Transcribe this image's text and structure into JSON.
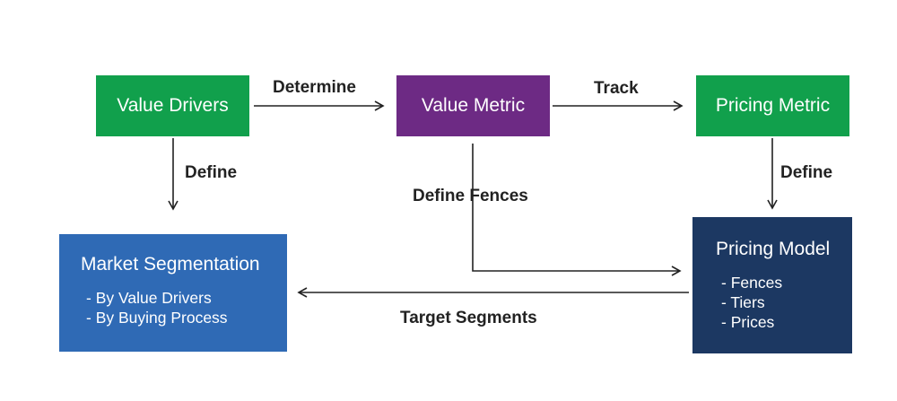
{
  "nodes": {
    "value_drivers": {
      "label": "Value Drivers",
      "color": "#11A04C"
    },
    "value_metric": {
      "label": "Value Metric",
      "color": "#6D2A84"
    },
    "pricing_metric": {
      "label": "Pricing Metric",
      "color": "#11A04C"
    },
    "market_segmentation": {
      "title": "Market Segmentation",
      "color": "#2F6AB5",
      "items": [
        "- By Value Drivers",
        "- By Buying Process"
      ]
    },
    "pricing_model": {
      "title": "Pricing Model",
      "color": "#1C3862",
      "items": [
        "- Fences",
        "- Tiers",
        "- Prices"
      ]
    }
  },
  "edges": {
    "determine": "Determine",
    "track": "Track",
    "define_left": "Define",
    "define_right": "Define",
    "define_fences": "Define Fences",
    "target_segments": "Target Segments"
  },
  "colors": {
    "arrow": "#222222",
    "label_text": "#222222"
  }
}
